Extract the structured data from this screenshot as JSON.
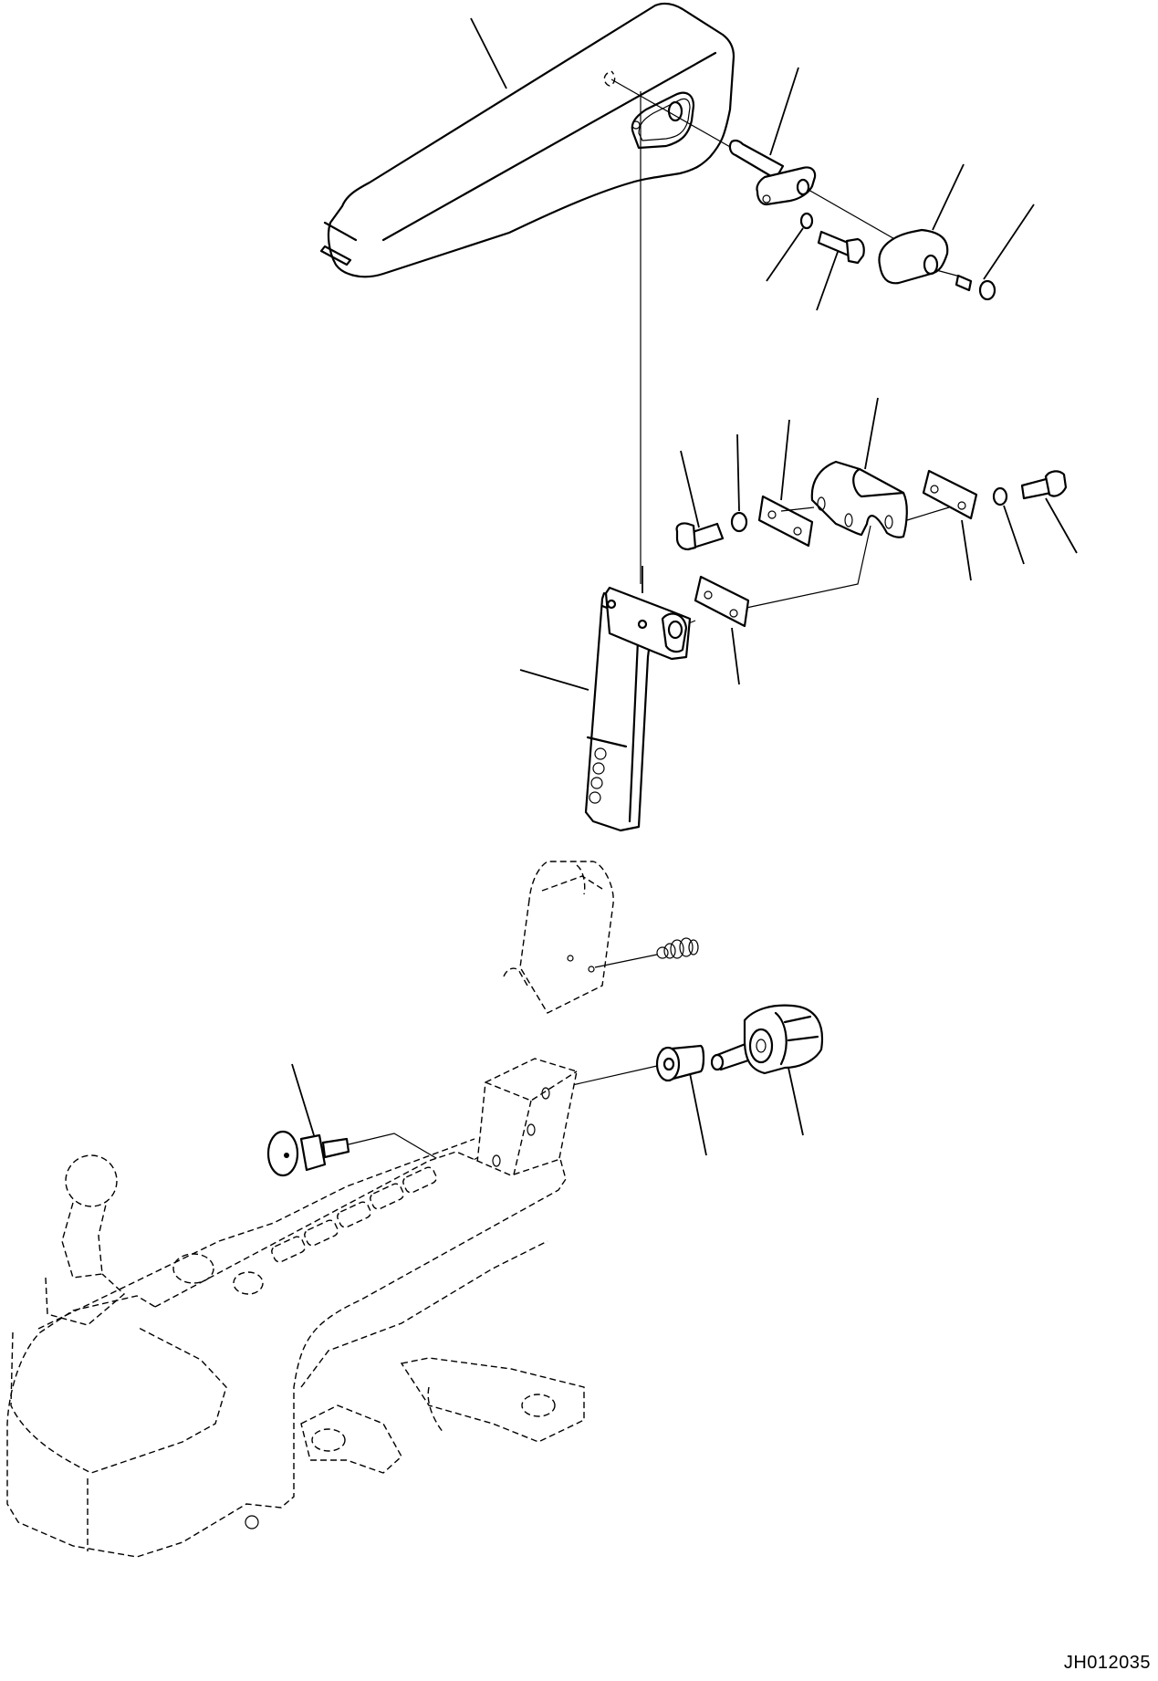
{
  "figure": {
    "type": "exploded-parts-diagram",
    "drawing_code": "JH012035",
    "background": "#ffffff",
    "line_color": "#000000"
  },
  "parts": [
    {
      "id": "armrest",
      "label": "armrest-pad"
    },
    {
      "id": "pivot-pin",
      "label": "pivot-pin-with-plate"
    },
    {
      "id": "washer-1",
      "label": "washer"
    },
    {
      "id": "bolt-1",
      "label": "bolt"
    },
    {
      "id": "cover",
      "label": "cover-cap"
    },
    {
      "id": "screw-1",
      "label": "screw"
    },
    {
      "id": "bolt-2",
      "label": "bolt"
    },
    {
      "id": "washer-2",
      "label": "washer"
    },
    {
      "id": "shim-left",
      "label": "shim"
    },
    {
      "id": "bracket-hinge",
      "label": "hinge-bracket"
    },
    {
      "id": "shim-right",
      "label": "shim"
    },
    {
      "id": "washer-3",
      "label": "washer"
    },
    {
      "id": "bolt-3",
      "label": "bolt"
    },
    {
      "id": "shim-lower",
      "label": "shim"
    },
    {
      "id": "stay",
      "label": "armrest-stay"
    },
    {
      "id": "collar",
      "label": "collar"
    },
    {
      "id": "knob",
      "label": "adjust-knob"
    },
    {
      "id": "lock-pin",
      "label": "lock-pin"
    },
    {
      "id": "console",
      "label": "control-console (reference, dashed)"
    }
  ]
}
